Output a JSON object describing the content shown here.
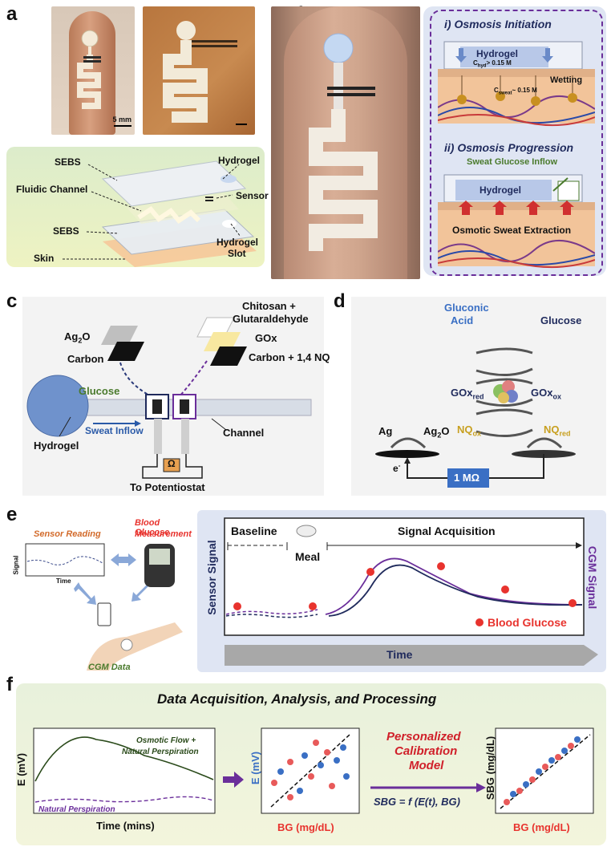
{
  "panels": {
    "a": {
      "label": "a",
      "scale_bar_1": "5 mm",
      "layers": {
        "sebs_top": "SEBS",
        "hydrogel": "Hydrogel",
        "sensor": "Sensor",
        "fluidic_channel": "Fluidic Channel",
        "sebs_bottom": "SEBS",
        "hydrogel_slot_1": "Hydrogel",
        "hydrogel_slot_2": "Slot",
        "skin": "Skin"
      }
    },
    "b": {
      "label": "b",
      "step1_title": "i) Osmosis Initiation",
      "hydrogel": "Hydrogel",
      "c_hyd": "C",
      "c_hyd_sub": "hyd",
      "c_hyd_val": "> 0.15 M",
      "wetting": "Wetting",
      "c_sweat": "C",
      "c_sweat_sub": "sweat",
      "c_sweat_val": "~ 0.15 M",
      "step2_title": "ii) Osmosis Progression",
      "sweat_glucose_inflow": "Sweat Glucose Inflow",
      "hydrogel2": "Hydrogel",
      "osmotic_extraction": "Osmotic Sweat Extraction"
    },
    "c": {
      "label": "c",
      "ag2o": "Ag",
      "ag2o_sub": "2",
      "ag2o_o": "O",
      "carbon": "Carbon",
      "chitosan_1": "Chitosan +",
      "chitosan_2": "Glutaraldehyde",
      "gox": "GOx",
      "carbon_nq": "Carbon + 1,4 NQ",
      "glucose": "Glucose",
      "sweat_inflow": "Sweat Inflow",
      "channel": "Channel",
      "hydrogel": "Hydrogel",
      "ohm": "Ω",
      "to_potentiostat": "To Potentiostat"
    },
    "d": {
      "label": "d",
      "gluconic_1": "Gluconic",
      "gluconic_2": "Acid",
      "glucose": "Glucose",
      "gox_red": "GOx",
      "gox_red_sub": "red",
      "gox_ox": "GOx",
      "gox_ox_sub": "ox",
      "nq_ox": "NQ",
      "nq_ox_sub": "ox",
      "nq_red": "NQ",
      "nq_red_sub": "red",
      "ag": "Ag",
      "ag2o": "Ag",
      "ag2o_sub": "2",
      "ag2o_o": "O",
      "electron": "e",
      "electron_sup": "-",
      "resistor": "1 MΩ"
    },
    "e": {
      "label": "e",
      "sensor_reading": "Sensor Reading",
      "signal": "Signal",
      "time_small": "Time",
      "blood_glucose_measurement_1": "Blood Glucose",
      "blood_glucose_measurement_2": "Measurement",
      "cgm_data": "CGM Data",
      "baseline": "Baseline",
      "meal": "Meal",
      "signal_acquisition": "Signal Acquisition",
      "sensor_signal": "Sensor Signal",
      "cgm_signal": "CGM Signal",
      "blood_glucose": "Blood Glucose",
      "time": "Time"
    },
    "f": {
      "label": "f",
      "title": "Data Acquisition, Analysis, and Processing",
      "e_mv": "E (mV)",
      "osmotic_flow_1": "Osmotic Flow +",
      "osmotic_flow_2": "Natural Perspiration",
      "natural_perspiration": "Natural Perspiration",
      "time_mins": "Time (mins)",
      "e_mv_2": "E (mV)",
      "bg": "BG (mg/dL)",
      "personalized_1": "Personalized",
      "personalized_2": "Calibration",
      "personalized_3": "Model",
      "formula": "SBG = f (E(t), BG)",
      "sbg": "SBG (mg/dL)",
      "bg_2": "BG (mg/dL)"
    }
  },
  "colors": {
    "blue_dark": "#1f2a5c",
    "purple": "#6a2e9a",
    "red": "#e8332e",
    "green_text": "#4a7a2c",
    "gold": "#c8a020",
    "blue_accent": "#3a6fc4",
    "panel_blue_bg": "#dfe5f3",
    "panel_green_bg": "#eef3d8"
  }
}
